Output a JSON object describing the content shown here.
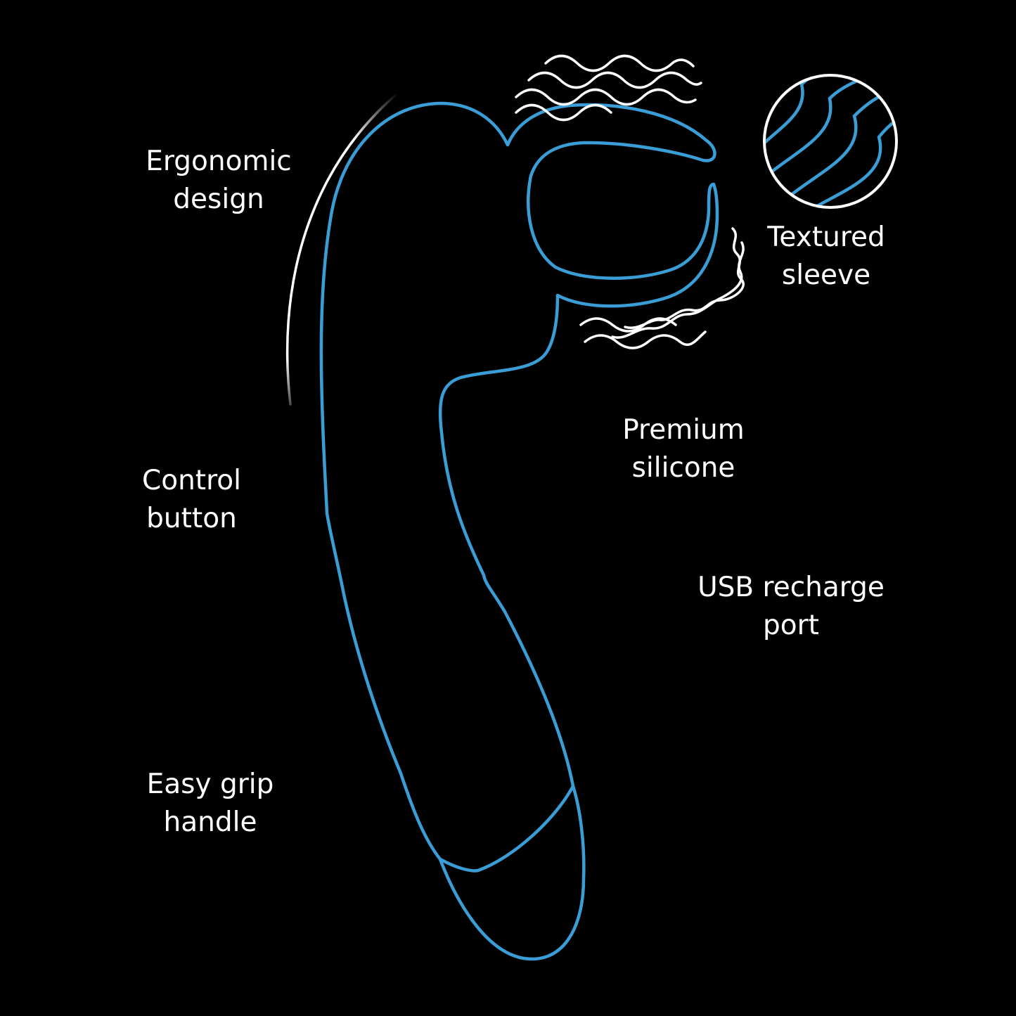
{
  "colors": {
    "background": "#000000",
    "outline": "#3a9dd6",
    "annotation": "#ffffff"
  },
  "labels": {
    "ergonomic": {
      "line1": "Ergonomic",
      "line2": "design"
    },
    "textured": {
      "line1": "Textured",
      "line2": "sleeve"
    },
    "premium": {
      "line1": "Premium",
      "line2": "silicone"
    },
    "control": {
      "line1": "Control",
      "line2": "button"
    },
    "usb": {
      "line1": "USB recharge",
      "line2": "port"
    },
    "easy_grip": {
      "line1": "Easy grip",
      "line2": "handle"
    }
  }
}
